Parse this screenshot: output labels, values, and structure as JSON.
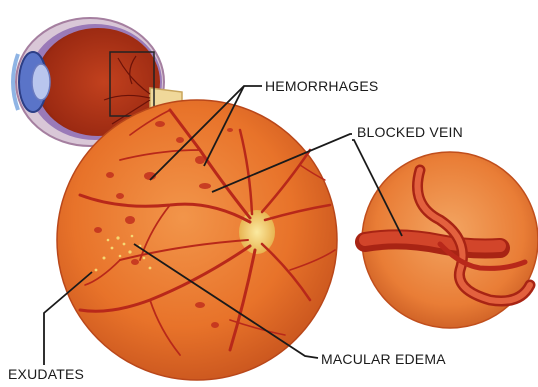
{
  "labels": {
    "hemorrhages": "HEMORRHAGES",
    "blocked_vein": "BLOCKED VEIN",
    "macular_edema": "MACULAR EDEMA",
    "exudates": "EXUDATES"
  },
  "colors": {
    "retina": "#e8732a",
    "retina_edge": "#c4501c",
    "vessel": "#b8281a",
    "optic_disc": "#f2d26a",
    "exudate": "#f6e27a",
    "eye_lens": "#5a74c8",
    "callout_line": "#1a1a1a"
  }
}
